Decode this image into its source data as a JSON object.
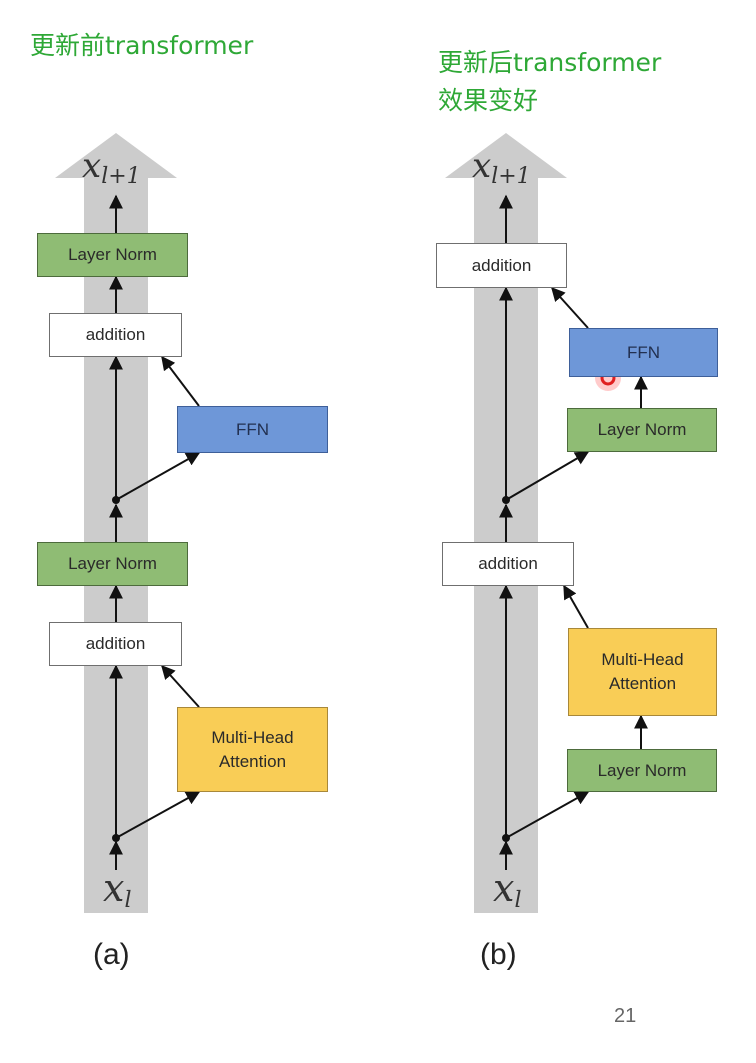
{
  "captions": {
    "left": "更新前transformer",
    "right_line1": "更新后transformer",
    "right_line2": "效果变好"
  },
  "diagram_a": {
    "label": "(a)",
    "output": {
      "var": "x",
      "sub": "l+1"
    },
    "input": {
      "var": "x",
      "sub": "l"
    },
    "layer_norm_top": "Layer Norm",
    "addition_top": "addition",
    "ffn": "FFN",
    "layer_norm_bottom": "Layer Norm",
    "addition_bottom": "addition",
    "attention": "Multi-Head Attention"
  },
  "diagram_b": {
    "label": "(b)",
    "output": {
      "var": "x",
      "sub": "l+1"
    },
    "input": {
      "var": "x",
      "sub": "l"
    },
    "addition_top": "addition",
    "ffn": "FFN",
    "layer_norm_ffn": "Layer Norm",
    "addition_bottom": "addition",
    "attention": "Multi-Head Attention",
    "layer_norm_attn": "Layer Norm"
  },
  "page_number": "21",
  "colors": {
    "caption_green": "#2ea836",
    "layer_norm": "#8fbc74",
    "ffn": "#6e97d8",
    "attention": "#f9cd56",
    "residual_band": "#cccccc",
    "cursor_marker": "#e02020"
  }
}
